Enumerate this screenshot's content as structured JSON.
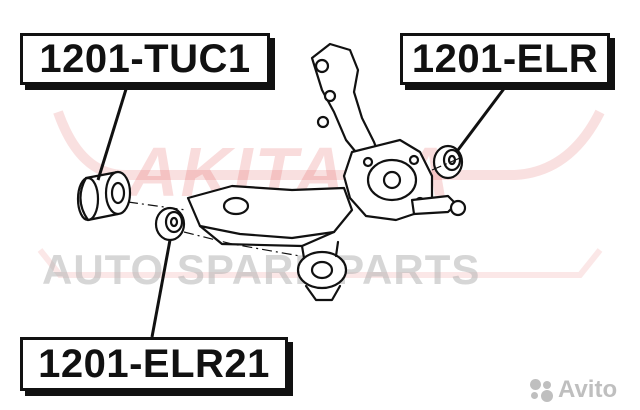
{
  "labels": {
    "tuc1": "1201-TUC1",
    "elr": "1201-ELR",
    "elr21": "1201-ELR21"
  },
  "watermark": {
    "wordmark": "AKITAKA",
    "tagline": "AUTO SPARE PARTS"
  },
  "badge": {
    "text": "Avito"
  },
  "colors": {
    "line": "#111111",
    "watermark_red": "#dc3c3c",
    "watermark_gray": "#b4b4b4"
  }
}
